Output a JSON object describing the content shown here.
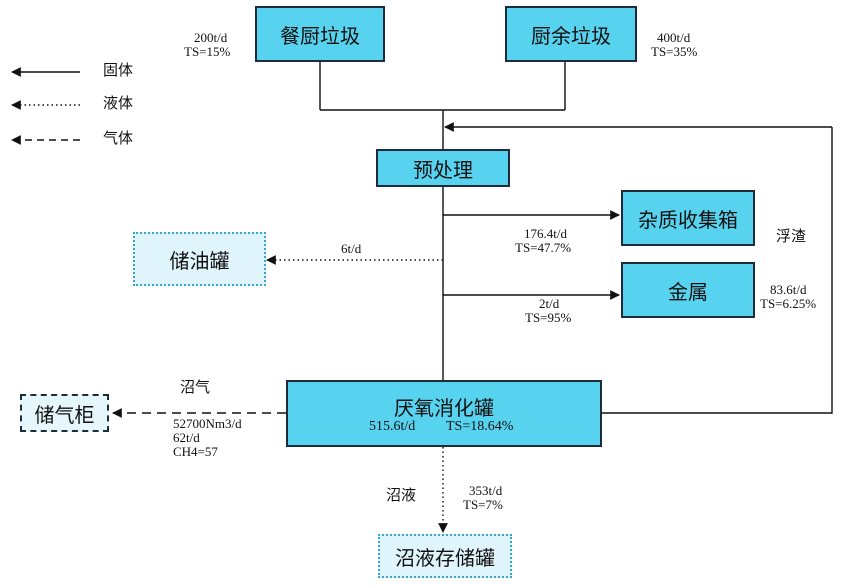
{
  "legend": {
    "solid": "固体",
    "liquid": "液体",
    "gas": "气体"
  },
  "boxes": {
    "kitchen_waste": "餐厨垃圾",
    "food_residue": "厨余垃圾",
    "pretreatment": "预处理",
    "impurity_bin": "杂质收集箱",
    "metal": "金属",
    "oil_tank": "储油罐",
    "digester": "厌氧消化罐",
    "gas_holder": "储气柜",
    "digestate_tank": "沼液存储罐"
  },
  "labels": {
    "kitchen_flow": "200t/d",
    "kitchen_ts": "TS=15%",
    "food_flow": "400t/d",
    "food_ts": "TS=35%",
    "impurity_flow": "176.4t/d",
    "impurity_ts": "TS=47.7%",
    "scum": "浮渣",
    "metal_flow": "2t/d",
    "metal_ts": "TS=95%",
    "recycle_flow": "83.6t/d",
    "recycle_ts": "TS=6.25%",
    "oil_flow": "6t/d",
    "digester_flow": "515.6t/d",
    "digester_ts": "TS=18.64%",
    "biogas": "沼气",
    "gas_volume": "52700Nm3/d",
    "gas_mass": "62t/d",
    "gas_ch4": "CH4=57",
    "digestate": "沼液",
    "digestate_flow": "353t/d",
    "digestate_ts": "TS=7%"
  }
}
